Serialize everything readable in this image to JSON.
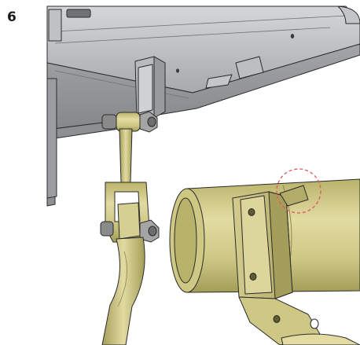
{
  "step": {
    "number": "6"
  },
  "illustration": {
    "subject": "stabilizer-bar-link-to-frame-installation",
    "callout_style": "dashed-circle",
    "colors": {
      "frame": "#a9abae",
      "frame_dark": "#7d7f82",
      "frame_light": "#c9cbce",
      "bar": "#c8c07a",
      "bar_dark": "#8f8845",
      "bar_light": "#e3dca2",
      "hardware": "#9a9a9a",
      "callout": "#e05a5a",
      "outline": "#2b2b2b"
    }
  }
}
